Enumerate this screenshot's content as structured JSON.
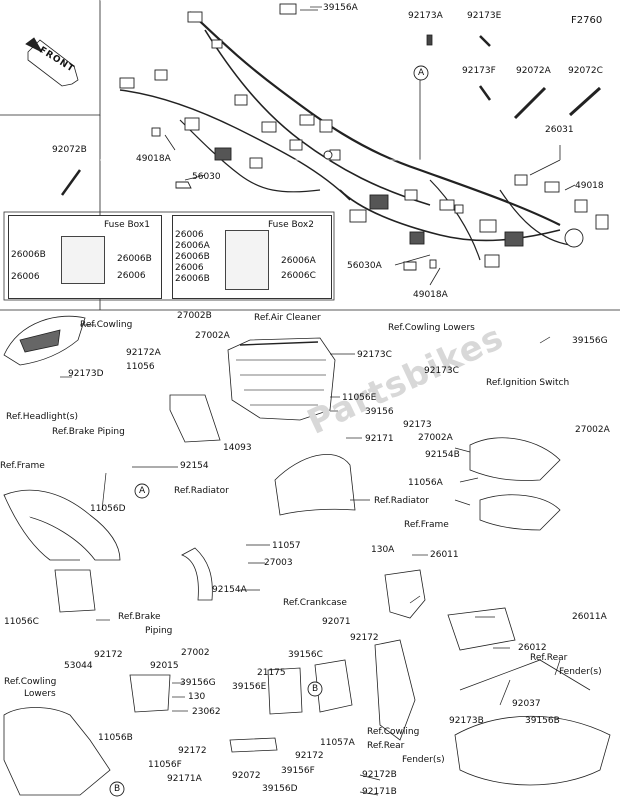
{
  "figure_id": "F2760",
  "front_label": "FRONT",
  "watermark": "Partsbikes",
  "fuse_box_1": {
    "title": "Fuse Box1",
    "left_labels": [
      "26006B",
      "26006"
    ],
    "right_labels": [
      "26006B",
      "26006"
    ]
  },
  "fuse_box_2": {
    "title": "Fuse Box2",
    "left_labels": [
      "26006",
      "26006A",
      "26006B",
      "26006",
      "26006B"
    ],
    "right_labels": [
      "26006A",
      "26006C"
    ]
  },
  "callouts": {
    "c_A": "A",
    "c_B": "B"
  },
  "parts": {
    "p_39156A": "39156A",
    "p_92173A": "92173A",
    "p_92173E": "92173E",
    "p_92173F": "92173F",
    "p_92072A": "92072A",
    "p_92072C": "92072C",
    "p_92072B": "92072B",
    "p_26031": "26031",
    "p_49018A_top": "49018A",
    "p_56030": "56030",
    "p_49018": "49018",
    "p_56030A": "56030A",
    "p_49018A_mid": "49018A",
    "p_27002B": "27002B",
    "p_27002A_1": "27002A",
    "p_92172A": "92172A",
    "p_11056": "11056",
    "p_92173C_1": "92173C",
    "p_92173C_2": "92173C",
    "p_11056E": "11056E",
    "p_39156": "39156",
    "p_14093": "14093",
    "p_92173": "92173",
    "p_27002A_2": "27002A",
    "p_27002A_3": "27002A",
    "p_92154B": "92154B",
    "p_11056A": "11056A",
    "p_39156G": "39156G",
    "p_92173D": "92173D",
    "p_92171": "92171",
    "p_92154": "92154",
    "p_11056D": "11056D",
    "p_11057": "11057",
    "p_27003": "27003",
    "p_92154A": "92154A",
    "p_130A": "130A",
    "p_26011": "26011",
    "p_26011A": "26011A",
    "p_26012": "26012",
    "p_11056C": "11056C",
    "p_27002": "27002",
    "p_92015": "92015",
    "p_39156G_2": "39156G",
    "p_130": "130",
    "p_23062": "23062",
    "p_92172_a": "92172",
    "p_53044": "53044",
    "p_11056B": "11056B",
    "p_92172_b": "92172",
    "p_11056F": "11056F",
    "p_92171A": "92171A",
    "p_92071": "92071",
    "p_92172_c": "92172",
    "p_39156C": "39156C",
    "p_21175": "21175",
    "p_39156E": "39156E",
    "p_11057A": "11057A",
    "p_92172_d": "92172",
    "p_39156F": "39156F",
    "p_92072": "92072",
    "p_39156D": "39156D",
    "p_92037": "92037",
    "p_92173B": "92173B",
    "p_39156B": "39156B",
    "p_92172B": "92172B",
    "p_92171B": "92171B"
  },
  "refs": {
    "r_cowling": "Ref.Cowling",
    "r_air_cleaner": "Ref.Air Cleaner",
    "r_cowling_lowers_top": "Ref.Cowling Lowers",
    "r_ignition_switch": "Ref.Ignition Switch",
    "r_headlights": "Ref.Headlight(s)",
    "r_brake_piping_1": "Ref.Brake Piping",
    "r_frame_1": "Ref.Frame",
    "r_radiator_1": "Ref.Radiator",
    "r_radiator_2": "Ref.Radiator",
    "r_frame_2": "Ref.Frame",
    "r_crankcase": "Ref.Crankcase",
    "r_brake_piping_2a": "Ref.Brake",
    "r_brake_piping_2b": "Piping",
    "r_rear_fenders": "Ref.Rear",
    "r_rear_fenders_b": "Fender(s)",
    "r_cowling_lowers_a": "Ref.Cowling",
    "r_cowling_lowers_b": "Lowers",
    "r_cowling_rear_a": "Ref.Cowling",
    "r_cowling_rear_b": "Ref.Rear",
    "r_cowling_rear_c": "Fender(s)"
  }
}
